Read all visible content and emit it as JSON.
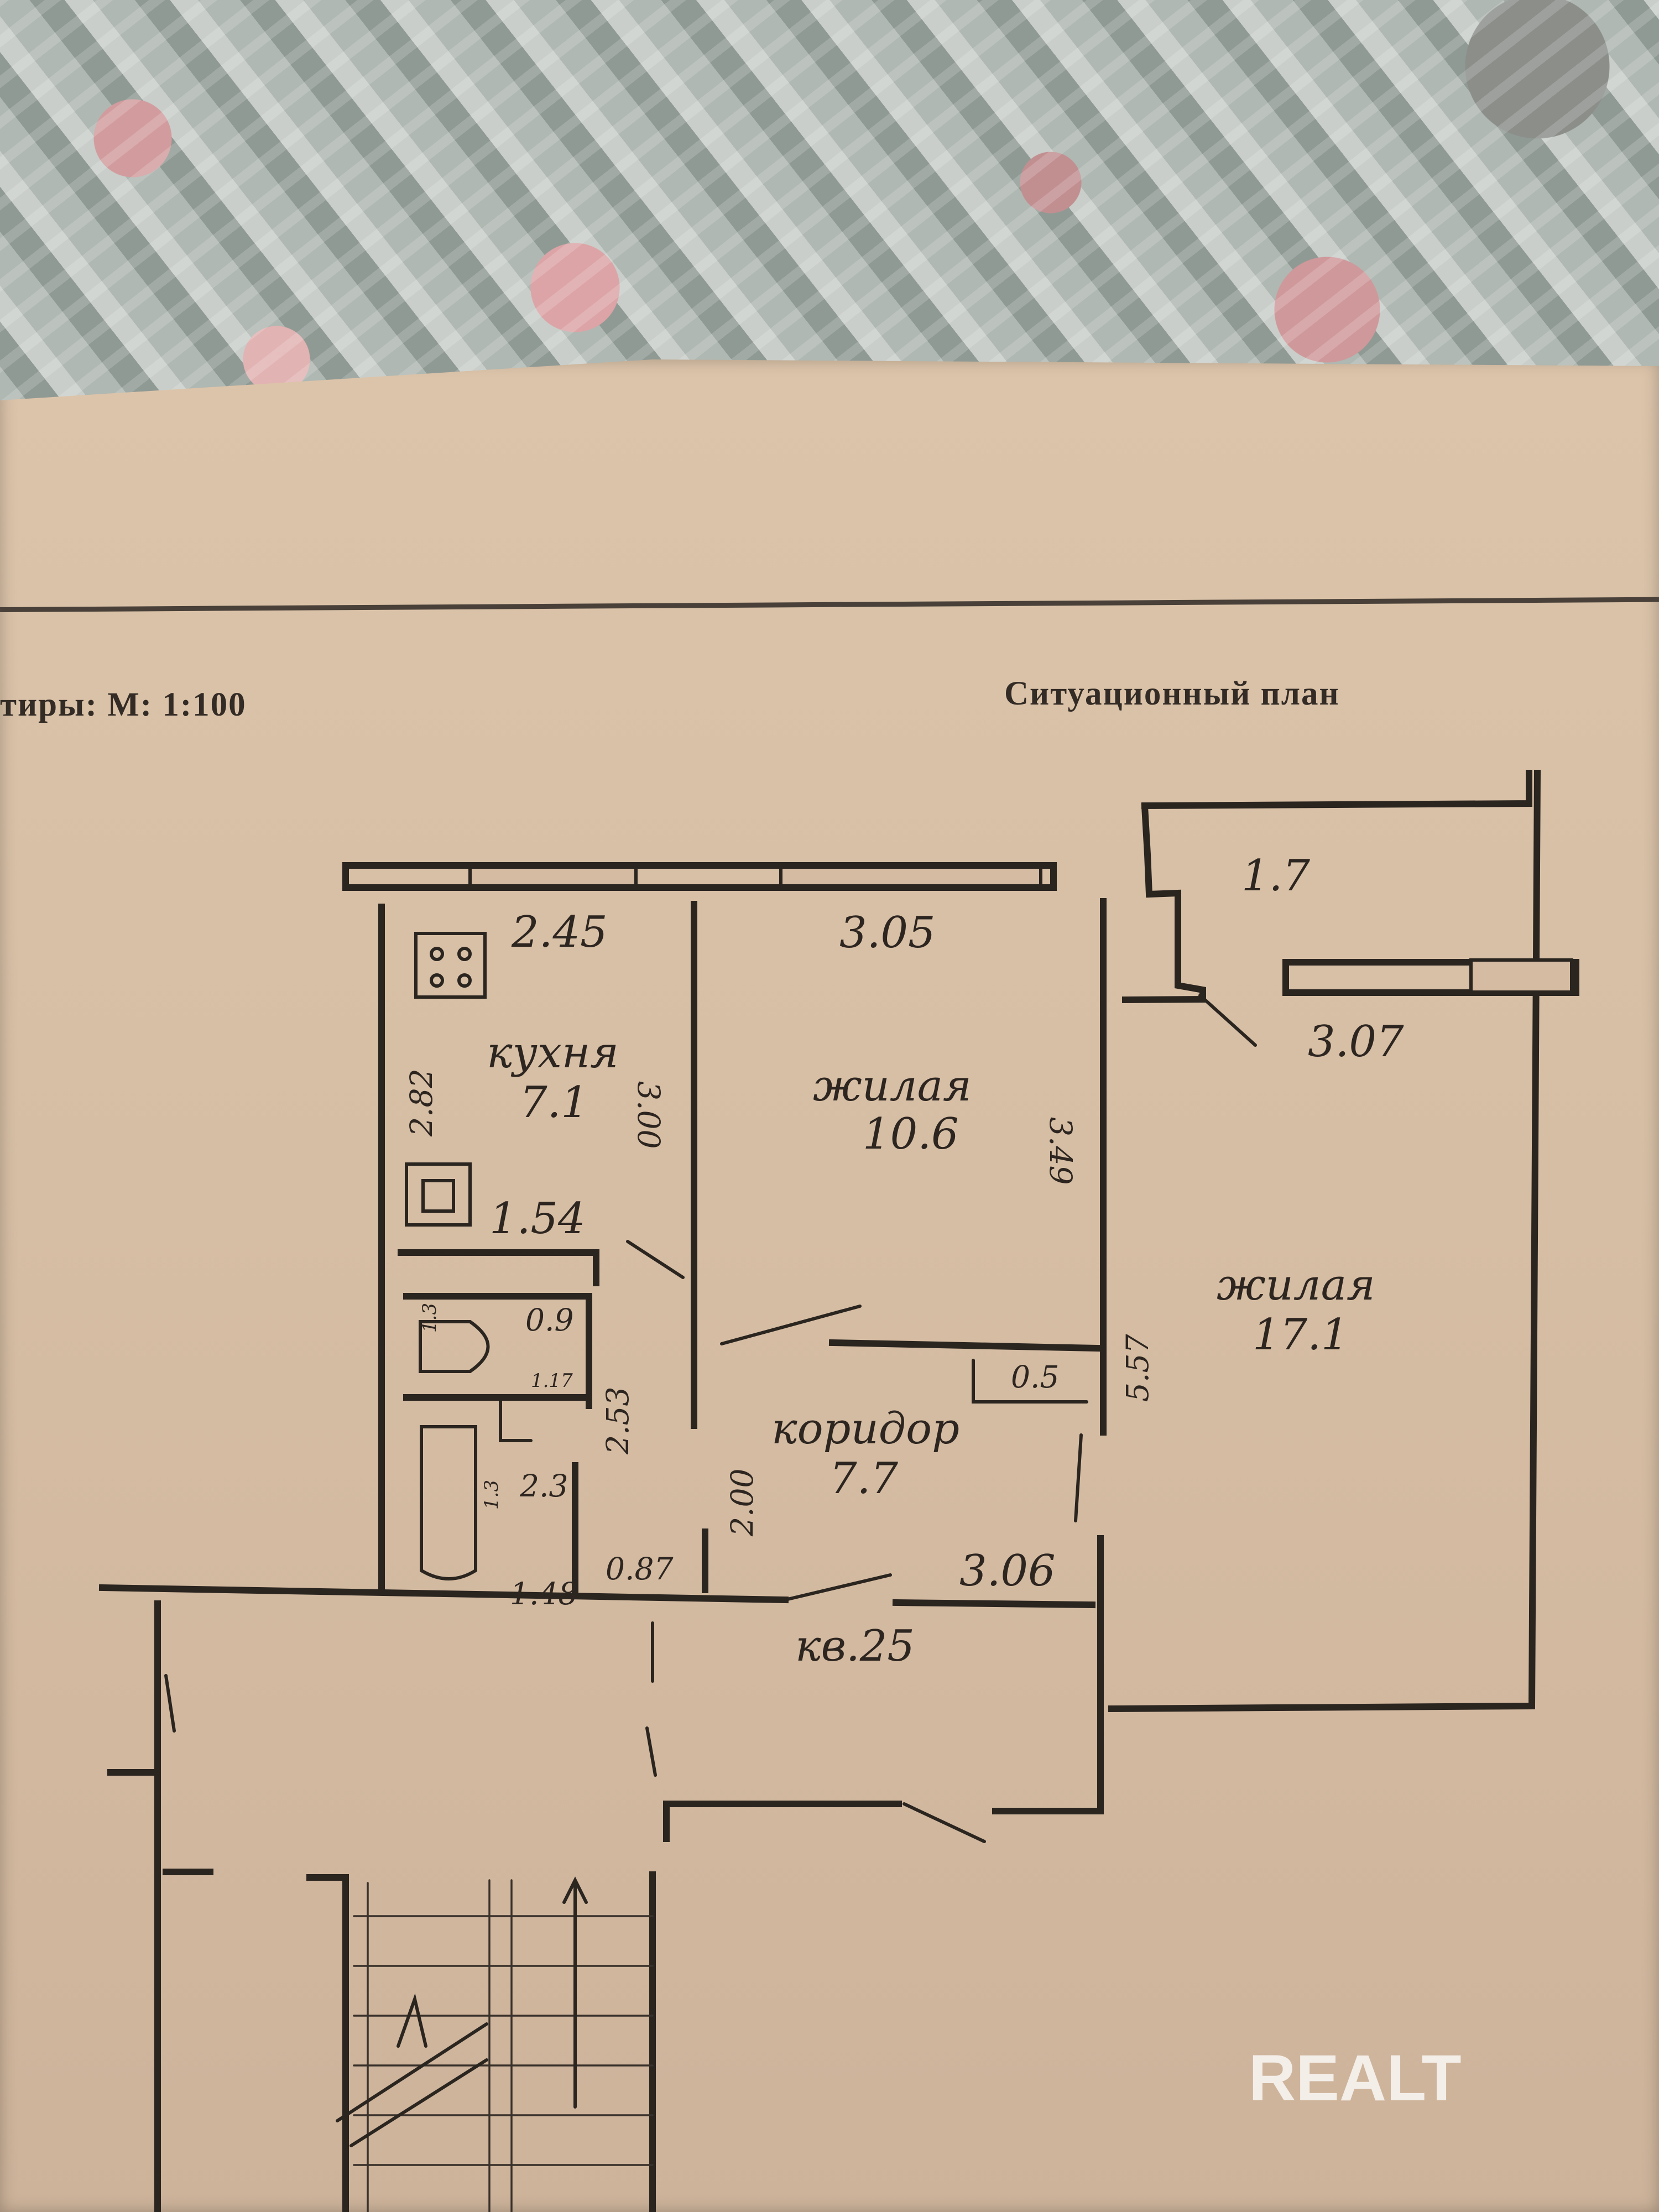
{
  "header": {
    "scale_label": "тиры:  М:  1:100",
    "situation_plan": "Ситуационный   план"
  },
  "rooms": [
    {
      "name": "кухня",
      "area": "7.1"
    },
    {
      "name": "жилая",
      "area": "10.6"
    },
    {
      "name": "жилая",
      "area": "17.1"
    },
    {
      "name": "коридор",
      "area": "7.7"
    },
    {
      "name": "",
      "area": "1.7"
    },
    {
      "name": "",
      "area": "0.5"
    },
    {
      "name": "",
      "area": "0.9"
    },
    {
      "name": "",
      "area": "2.3"
    }
  ],
  "dimensions": {
    "kitchen_width": "2.45",
    "kitchen_height": "2.82",
    "bedroom_width": "3.05",
    "bedroom_height": "3.00",
    "living_depth": "3.49",
    "living_height": "5.57",
    "balcony_width": "3.07",
    "kitchen_lower": "1.54",
    "toilet_width": "1.17",
    "toilet_side": "0.9",
    "bath_height": "2.53",
    "bath_side": "1.3",
    "bath_width": "1.48",
    "corridor_entry": "0.87",
    "corridor_height": "2.00",
    "corridor_width": "3.06",
    "small_left": "1.3"
  },
  "apartment_label": "кв.25",
  "watermark": "REALT",
  "colors": {
    "paper": "#d9c1a7",
    "ink": "#2b2520",
    "watermark": "#ffffff"
  }
}
